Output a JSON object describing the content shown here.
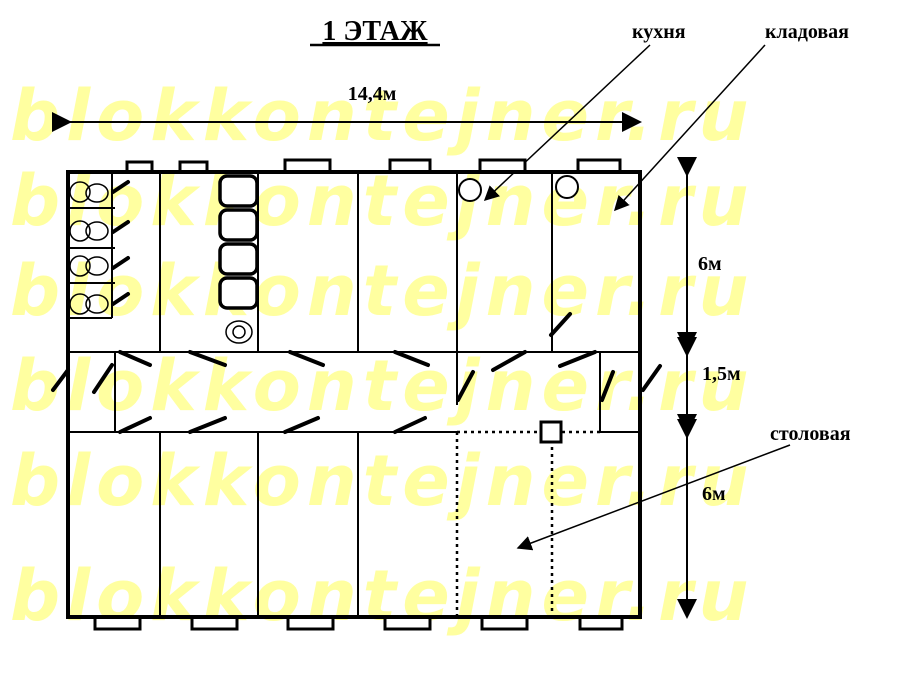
{
  "title": "1 ЭТАЖ",
  "watermark": "blokkontejner.ru",
  "dimensions": {
    "width": "14,4м",
    "top_depth": "6м",
    "corridor": "1,5м",
    "bottom_depth": "6м"
  },
  "rooms": {
    "kitchen": "кухня",
    "storage": "кладовая",
    "dining": "столовая"
  },
  "colors": {
    "watermark": "#ffffa0",
    "lines": "#000000"
  }
}
